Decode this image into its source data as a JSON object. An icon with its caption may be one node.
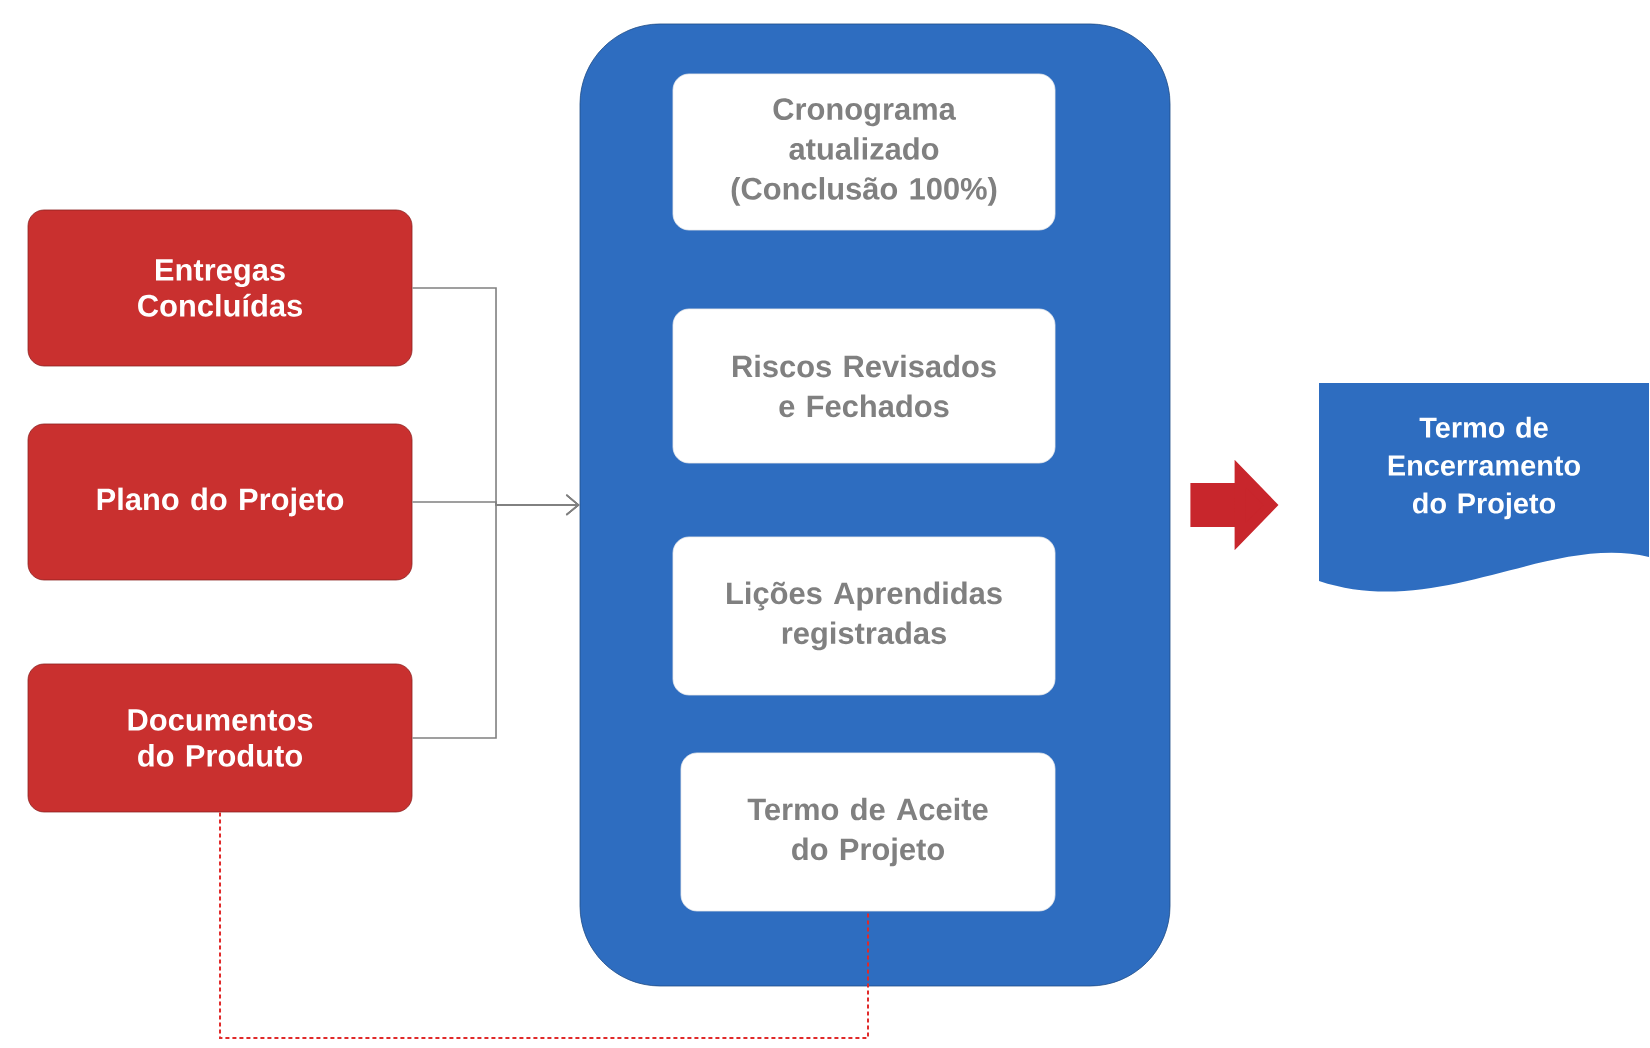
{
  "diagram": {
    "nodes": [
      {
        "text": [
          "Entregas Concluídas"
        ]
      },
      {
        "text": [
          "Plano do Projeto"
        ]
      },
      {
        "text": [
          "Documentos do Produto"
        ]
      },
      {
        "text": [],
        "shape": "box"
      },
      {
        "text": [
          "Cronograma atualizado (Conclusão 100%)"
        ],
        "in": 3
      },
      {
        "text": [
          "Riscos Revisados e Fechados"
        ],
        "in": 3
      },
      {
        "text": [
          "Lições Aprendidas registradas"
        ],
        "in": 3
      },
      {
        "text": [
          "Termo de Aceite do Projeto"
        ],
        "in": 3
      },
      {
        "text": [
          "Termo de Encerramento do Projeto"
        ]
      }
    ],
    "edges": [
      {
        "from": 0,
        "to": 3,
        "arrow": "to"
      },
      {
        "from": 1,
        "to": 3,
        "arrow": "to"
      },
      {
        "from": 2,
        "to": 3,
        "arrow": "to"
      },
      {
        "from": 3,
        "to": 8,
        "arrow": "to",
        "style": "thick",
        "color": "#c8262c"
      },
      {
        "from": 2,
        "to": 7,
        "arrow": "none",
        "style": "dashed",
        "color": "#e02a2a"
      }
    ]
  }
}
